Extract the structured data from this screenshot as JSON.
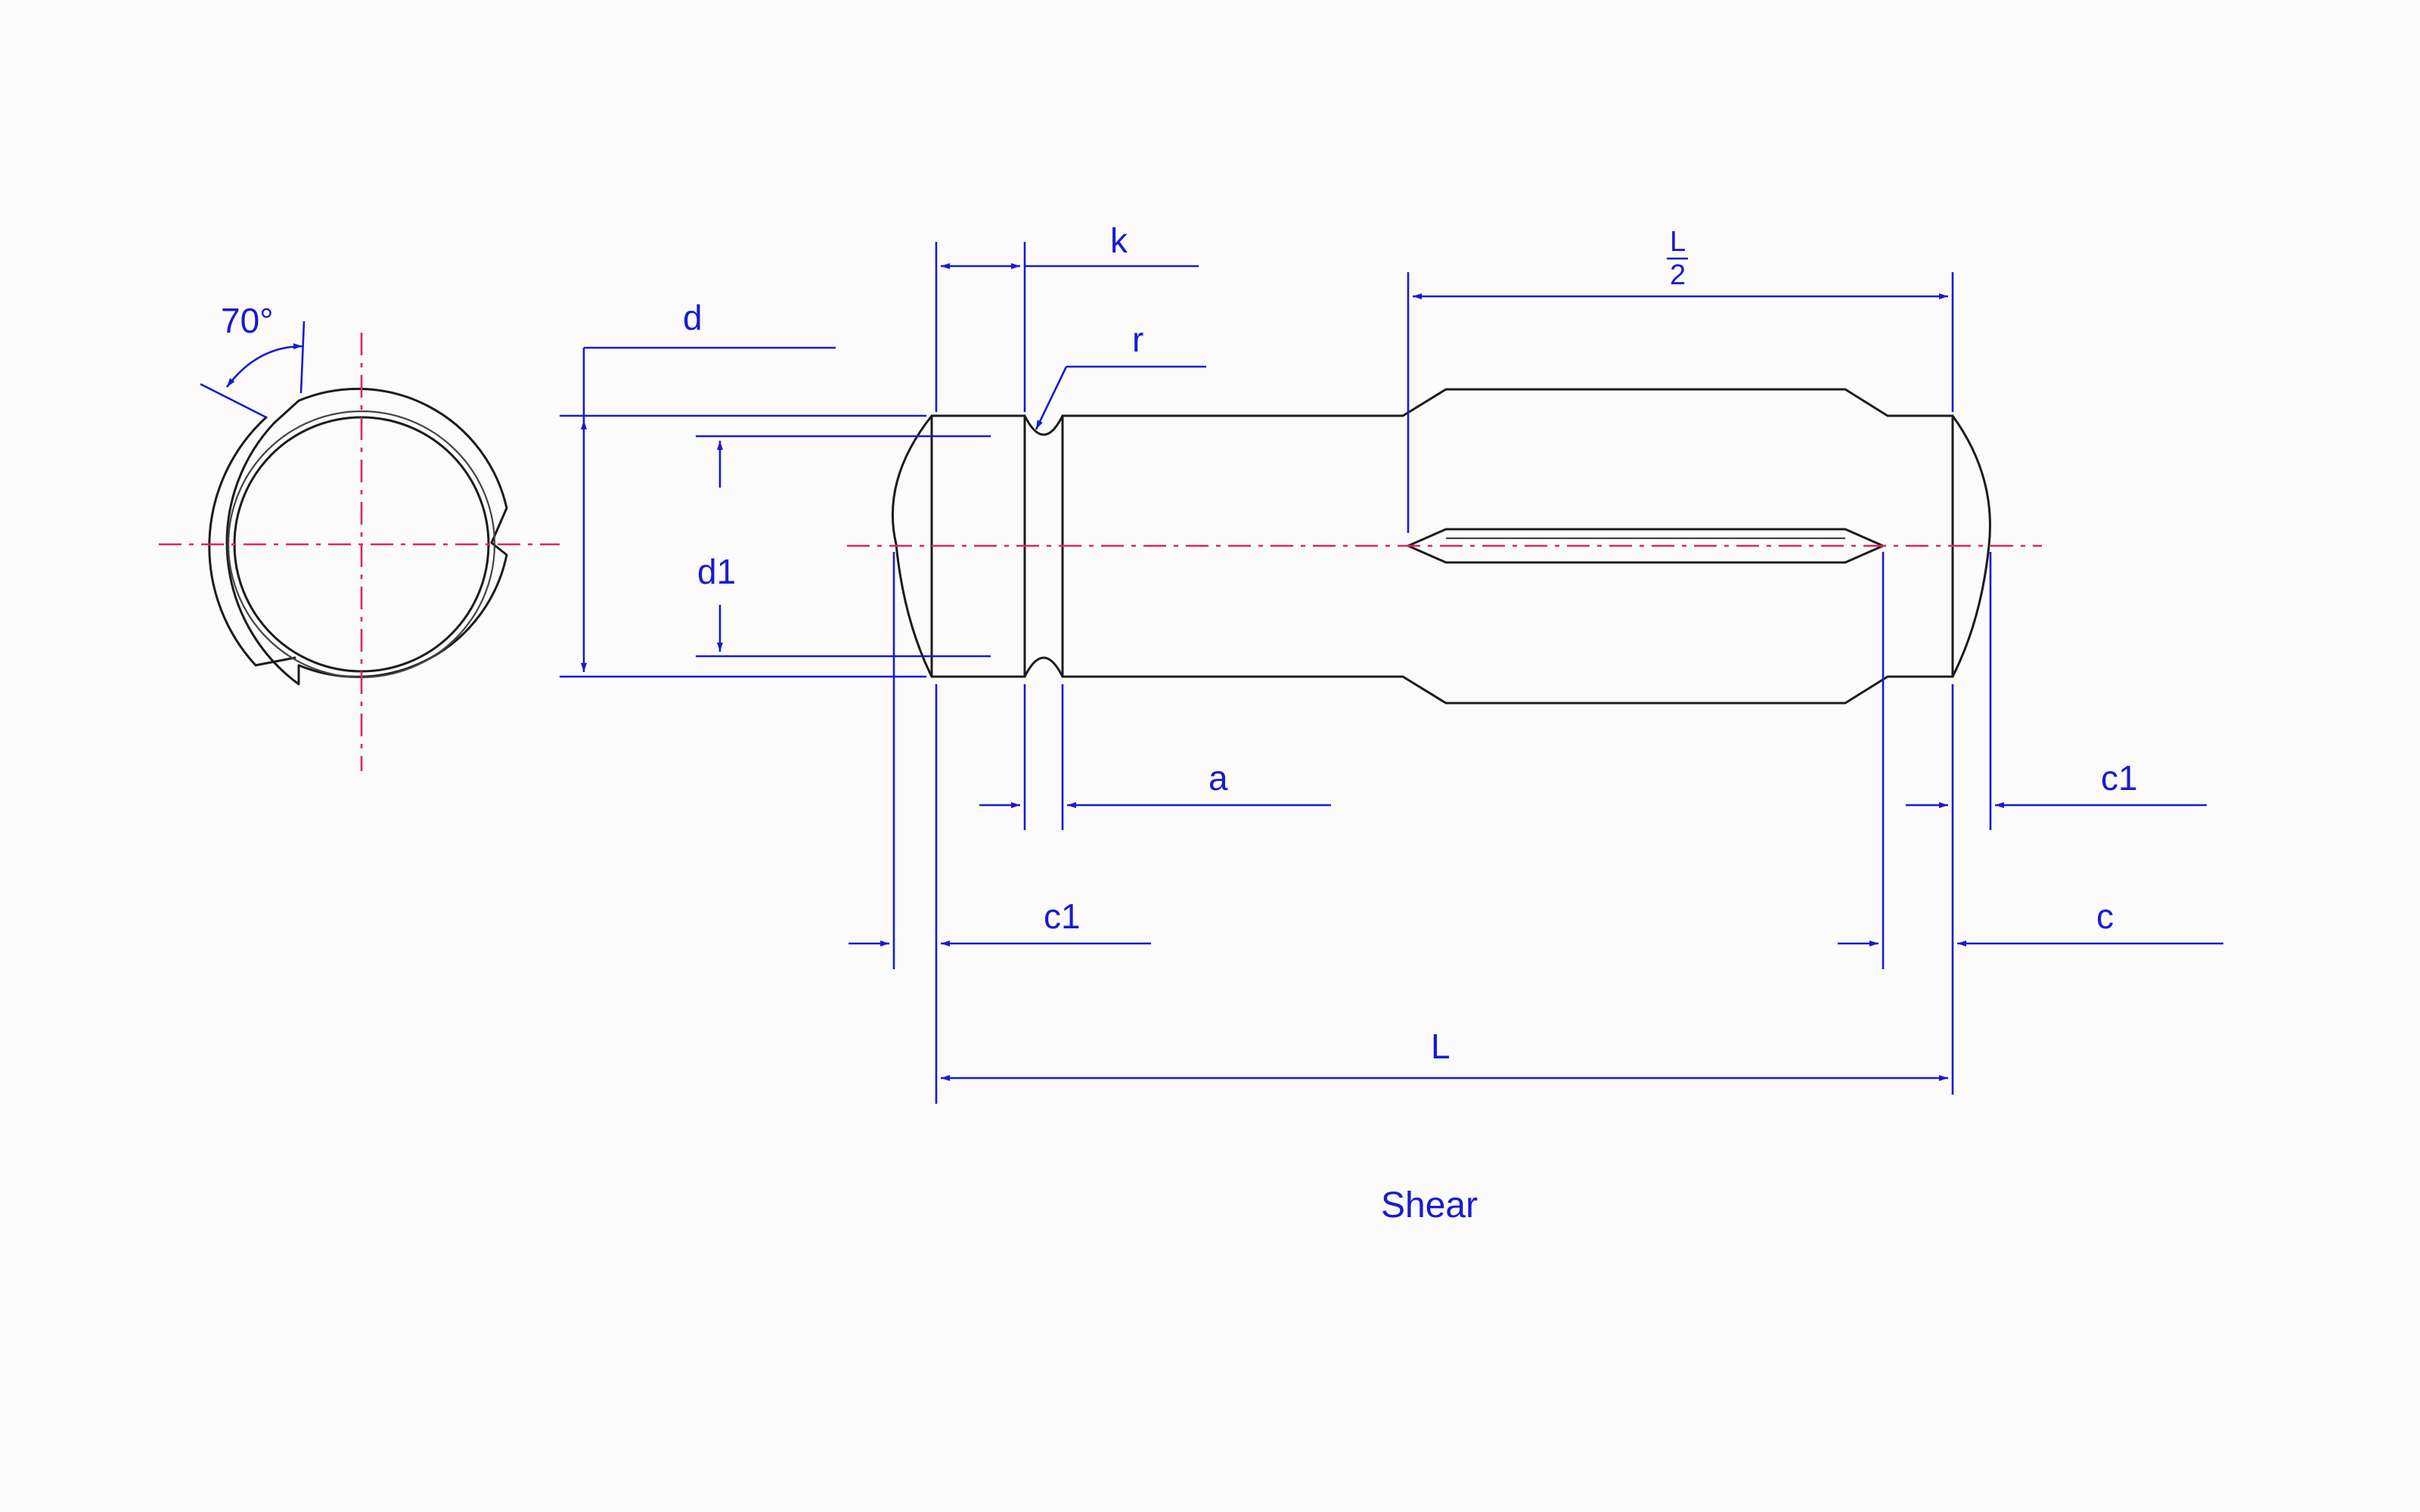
{
  "labels": {
    "angle": "70°",
    "d": "d",
    "d1": "d1",
    "k": "k",
    "r": "r",
    "half_L_num": "L",
    "half_L_den": "2",
    "a": "a",
    "c1_right": "c1",
    "c1_left": "c1",
    "c": "c",
    "L": "L"
  },
  "caption": "Shear",
  "colors": {
    "outline": "#1c1c1c",
    "dimension": "#1a1ad0",
    "centerline": "#e0245e",
    "background": "#fbfbfb"
  }
}
